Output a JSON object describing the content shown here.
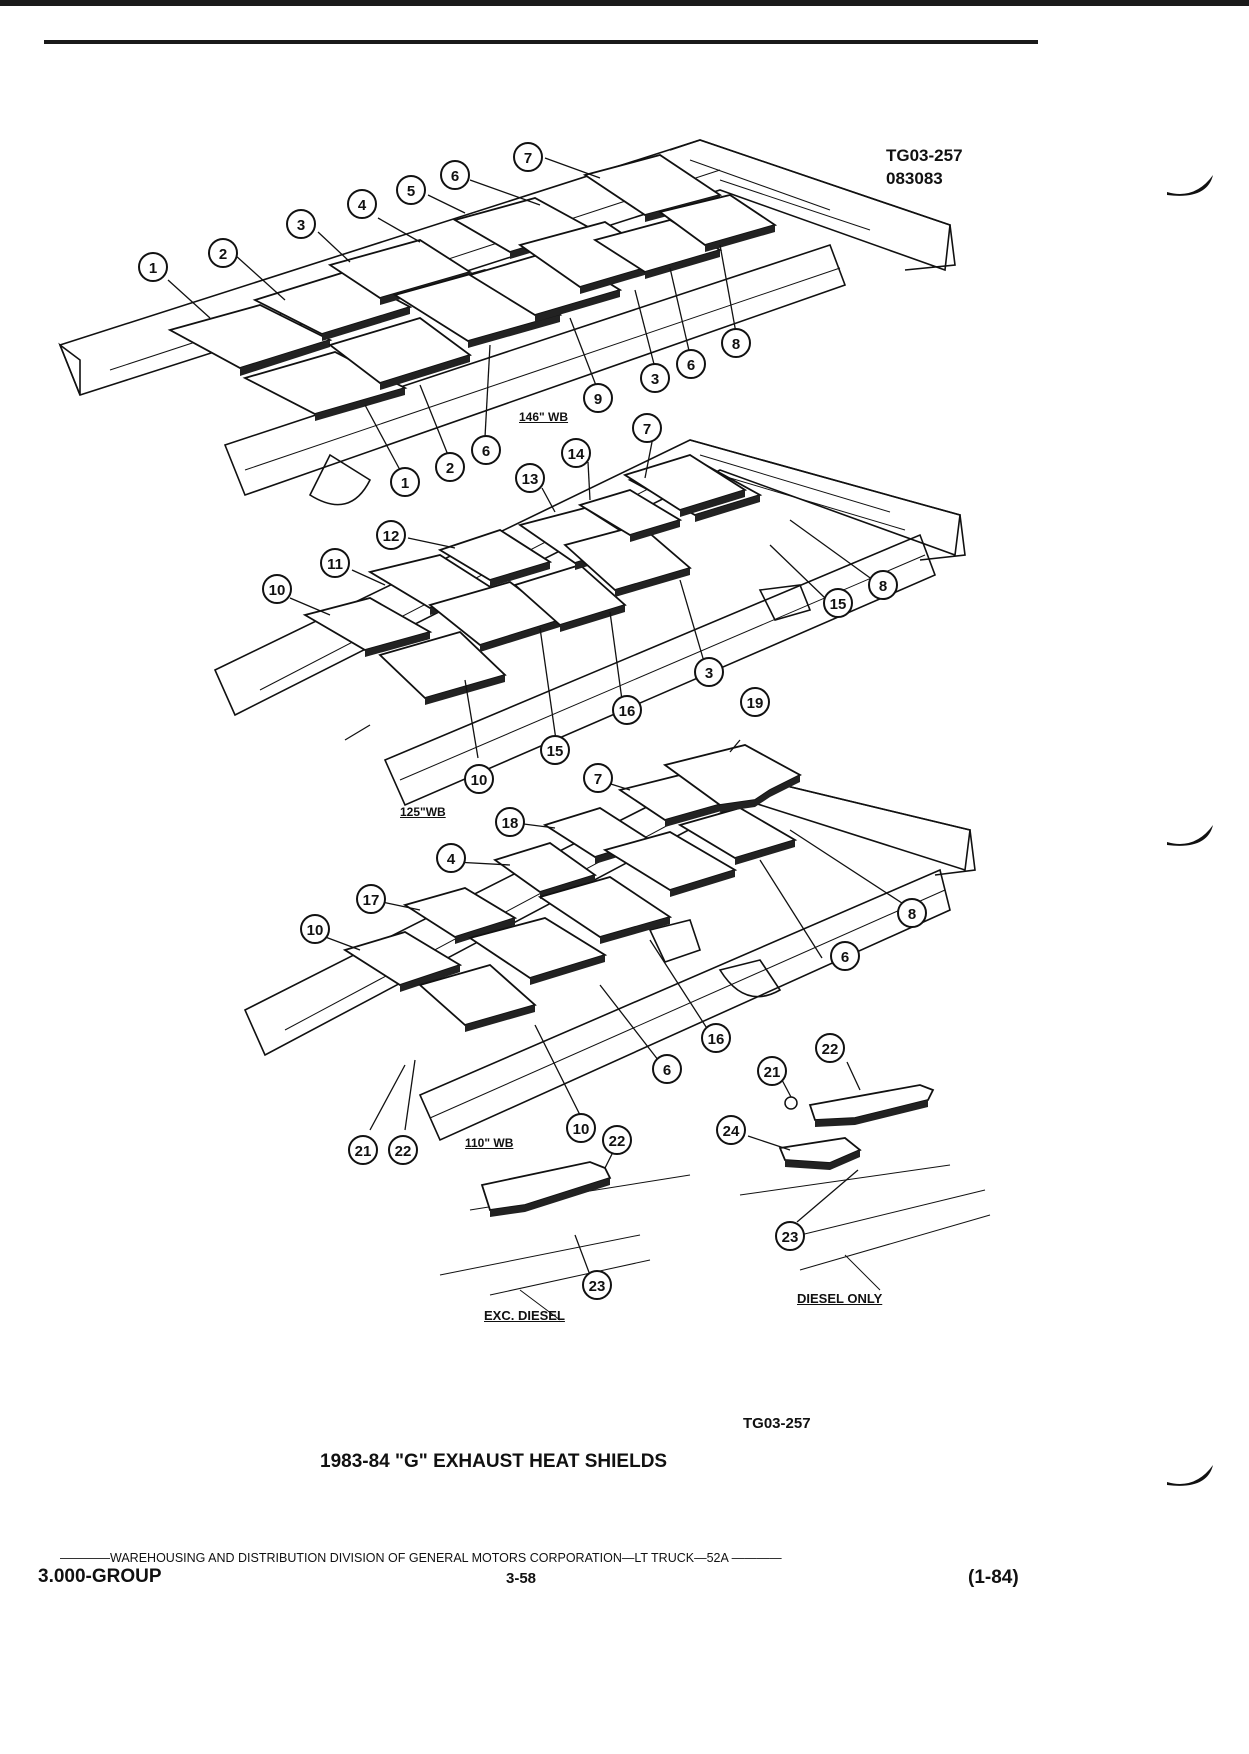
{
  "header": {
    "code": "TG03-257",
    "serial": "083083"
  },
  "title": "1983-84 \"G\" EXHAUST HEAT SHIELDS",
  "figure_code": "TG03-257",
  "diagram": {
    "wheelbase_labels": [
      "146\" WB",
      "125\"WB",
      "110\" WB"
    ],
    "sub_labels": [
      "EXC. DIESEL",
      "DIESEL ONLY"
    ],
    "callouts": [
      "1",
      "2",
      "3",
      "4",
      "5",
      "6",
      "7",
      "8",
      "9",
      "10",
      "11",
      "12",
      "13",
      "14",
      "15",
      "16",
      "17",
      "18",
      "19",
      "21",
      "22",
      "23",
      "24"
    ]
  },
  "footer": {
    "line": "————WAREHOUSING AND DISTRIBUTION  DIVISION OF GENERAL MOTORS CORPORATION—LT TRUCK—52A  ————",
    "group": "3.000-GROUP",
    "page": "3-58",
    "date": "(1-84)"
  }
}
